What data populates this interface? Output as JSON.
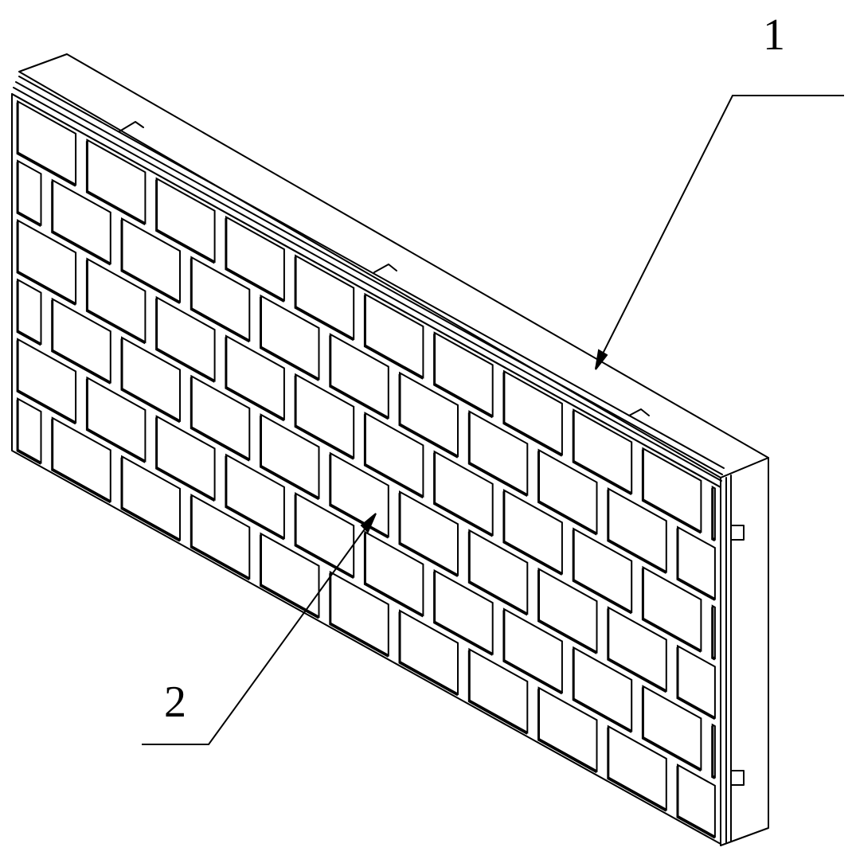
{
  "figure": {
    "description_kind": "patent-style isometric line drawing",
    "line_color": "#000000",
    "background_color": "#ffffff",
    "callouts": [
      {
        "id": "1",
        "label": "1"
      },
      {
        "id": "2",
        "label": "2"
      }
    ]
  }
}
